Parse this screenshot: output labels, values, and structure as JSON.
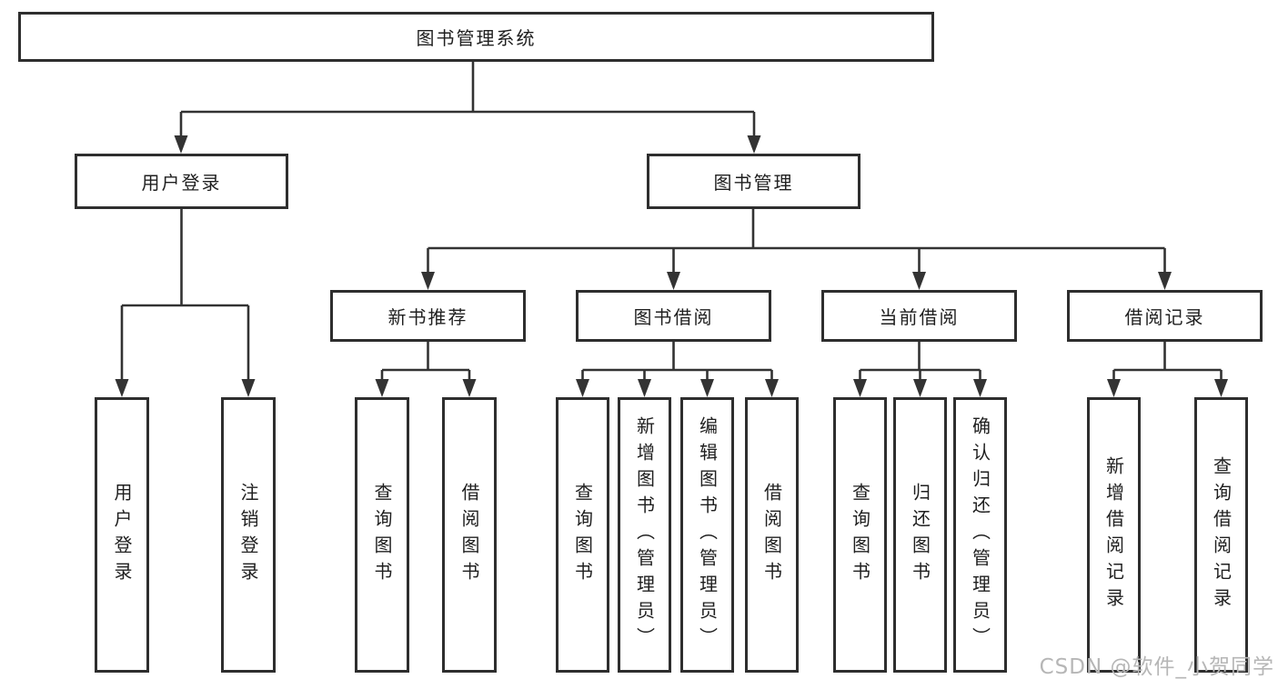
{
  "watermark": "CSDN @软件_小贺同学",
  "colors": {
    "line": "#333333",
    "box_border": "#2e2e2e",
    "box_background": "#ffffff",
    "text": "#1f1f1f",
    "watermark": "#b6b6b6"
  },
  "tree": {
    "root": {
      "label": "图书管理系统"
    },
    "user_login": {
      "label": "用户登录",
      "children": [
        "用户登录",
        "注销登录"
      ]
    },
    "book_mgmt": {
      "label": "图书管理",
      "sections": [
        {
          "label": "新书推荐",
          "children": [
            "查询图书",
            "借阅图书"
          ]
        },
        {
          "label": "图书借阅",
          "children": [
            "查询图书",
            "新增图书（管理员）",
            "编辑图书（管理员）",
            "借阅图书"
          ]
        },
        {
          "label": "当前借阅",
          "children": [
            "查询图书",
            "归还图书",
            "确认归还（管理员）"
          ]
        },
        {
          "label": "借阅记录",
          "children": [
            "新增借阅记录",
            "查询借阅记录"
          ]
        }
      ]
    }
  }
}
